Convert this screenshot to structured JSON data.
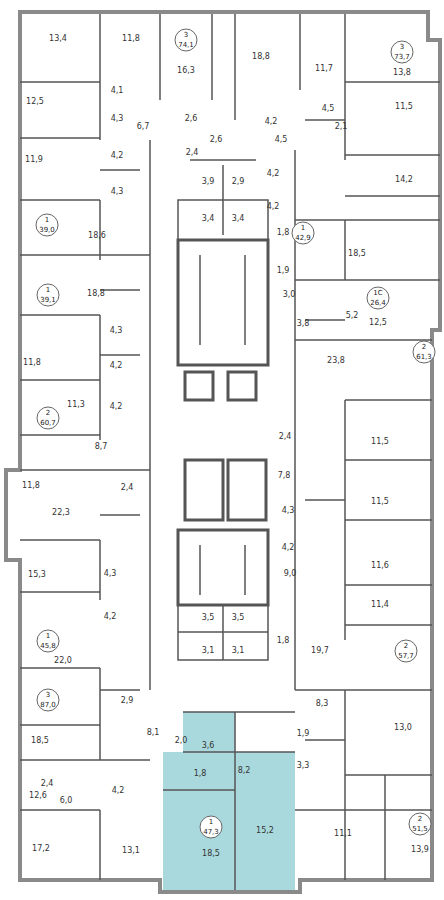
{
  "diagram": {
    "labels": [
      "13,4",
      "11,8",
      "3",
      "74,1",
      "16,3",
      "18,8",
      "11,7",
      "3",
      "73,7",
      "13,8",
      "4,1",
      "12,5",
      "4,3",
      "6,7",
      "2,6",
      "2,4",
      "2,6",
      "4,5",
      "4,5",
      "11,5",
      "4,2",
      "2,1",
      "4,2",
      "11,9",
      "4,3",
      "3,9",
      "2,9",
      "3,4",
      "3,4",
      "4,2",
      "4,2",
      "14,2",
      "1",
      "39,0",
      "18,6",
      "1,8",
      "1",
      "42,9",
      "18,5",
      "1,9",
      "3,0",
      "1С",
      "26,4",
      "3,8",
      "5,2",
      "12,5",
      "1",
      "39,1",
      "18,8",
      "4,3",
      "23,8",
      "2",
      "61,3",
      "11,8",
      "4,2",
      "4,2",
      "2",
      "60,7",
      "11,3",
      "2,4",
      "11,5",
      "8,7",
      "7,8",
      "11,8",
      "2,4",
      "11,5",
      "22,3",
      "4,3",
      "4,2",
      "11,6",
      "15,3",
      "4,3",
      "9,0",
      "4,2",
      "11,4",
      "1",
      "45,8",
      "3,5",
      "3,5",
      "1,8",
      "22,0",
      "3,1",
      "3,1",
      "19,7",
      "2",
      "57,7",
      "3",
      "87,0",
      "2,9",
      "8,1",
      "18,5",
      "2,0",
      "3,6",
      "8,3",
      "1,9",
      "13,0",
      "3,3",
      "8,2",
      "1,8",
      "2,4",
      "12,6",
      "6,0",
      "4,2",
      "1",
      "47,3",
      "2",
      "51,5",
      "18,5",
      "15,2",
      "11,1",
      "13,9",
      "17,2",
      "13,1"
    ]
  }
}
